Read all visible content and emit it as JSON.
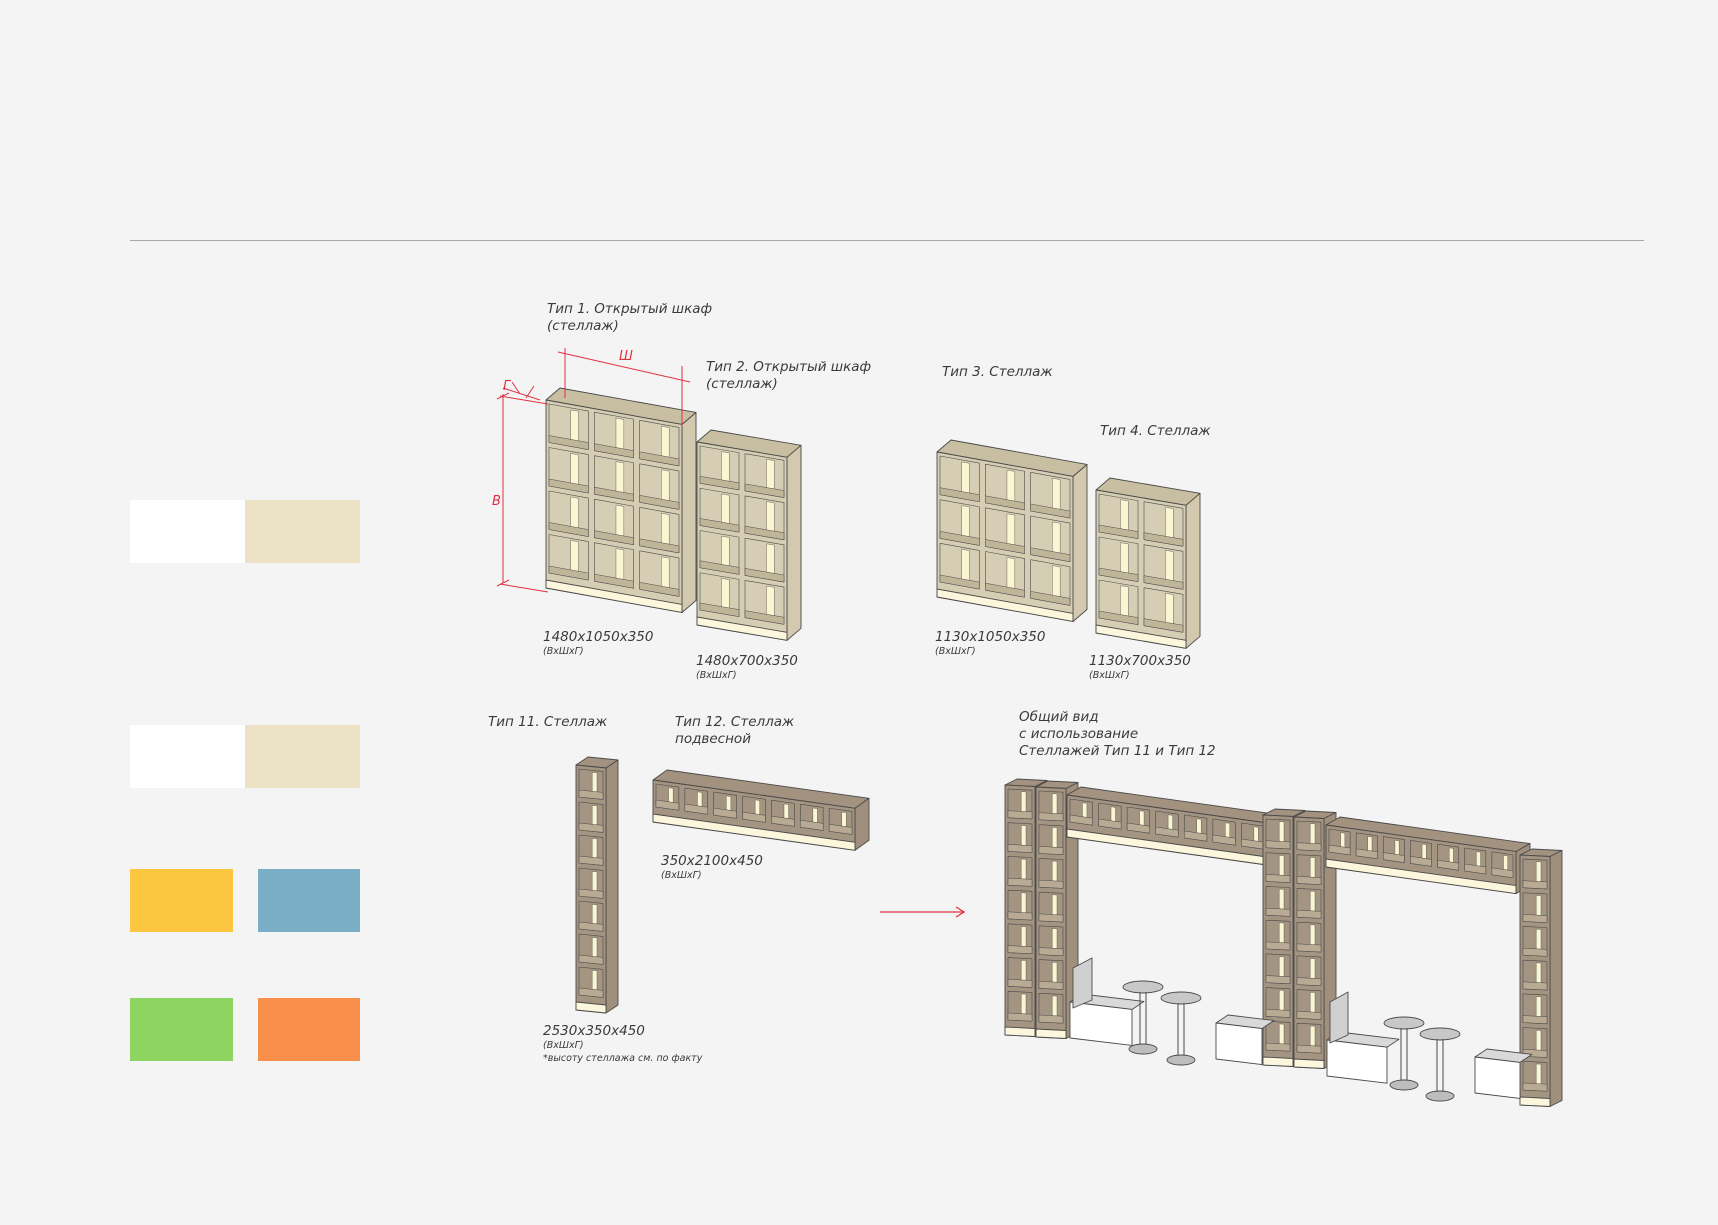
{
  "palette": {
    "group1": [
      "#ffffff",
      "#ece3c6"
    ],
    "group2": [
      "#ffffff",
      "#ece3c6"
    ],
    "accents": [
      "#fdc640",
      "#7aaec6",
      "#8ed460",
      "#f8904c"
    ]
  },
  "types": [
    {
      "title_line1": "Тип 1. Открытый шкаф",
      "title_line2": "(стеллаж)",
      "size": "1480x1050x350",
      "size_note": "(ВхШхГ)"
    },
    {
      "title_line1": "Тип 2. Открытый шкаф",
      "title_line2": "(стеллаж)",
      "size": "1480x700x350",
      "size_note": "(ВхШхГ)"
    },
    {
      "title_line1": "Тип 3. Стеллаж",
      "size": "1130x1050x350",
      "size_note": "(ВхШхГ)"
    },
    {
      "title_line1": "Тип 4. Стеллаж",
      "size": "1130x700x350",
      "size_note": "(ВхШхГ)"
    },
    {
      "title_line1": "Тип 11. Стеллаж",
      "size": "2530x350x450",
      "size_note": "(ВхШхГ)",
      "footnote": "*высоту стеллажа см. по факту"
    },
    {
      "title_line1": "Тип 12. Стеллаж",
      "title_line2": "подвесной",
      "size": "350x2100x450",
      "size_note": "(ВхШхГ)"
    }
  ],
  "overview": {
    "line1": "Общий вид",
    "line2": "с использование",
    "line3": "Стеллажей Тип 11 и Тип 12"
  },
  "dimension_marks": {
    "width": "Ш",
    "depth": "Г",
    "height": "В"
  },
  "colors": {
    "accent_red": "#e03040",
    "shelf_light": "#d6ceb4",
    "shelf_dark": "#a49482",
    "rule": "#a8a8a8"
  }
}
